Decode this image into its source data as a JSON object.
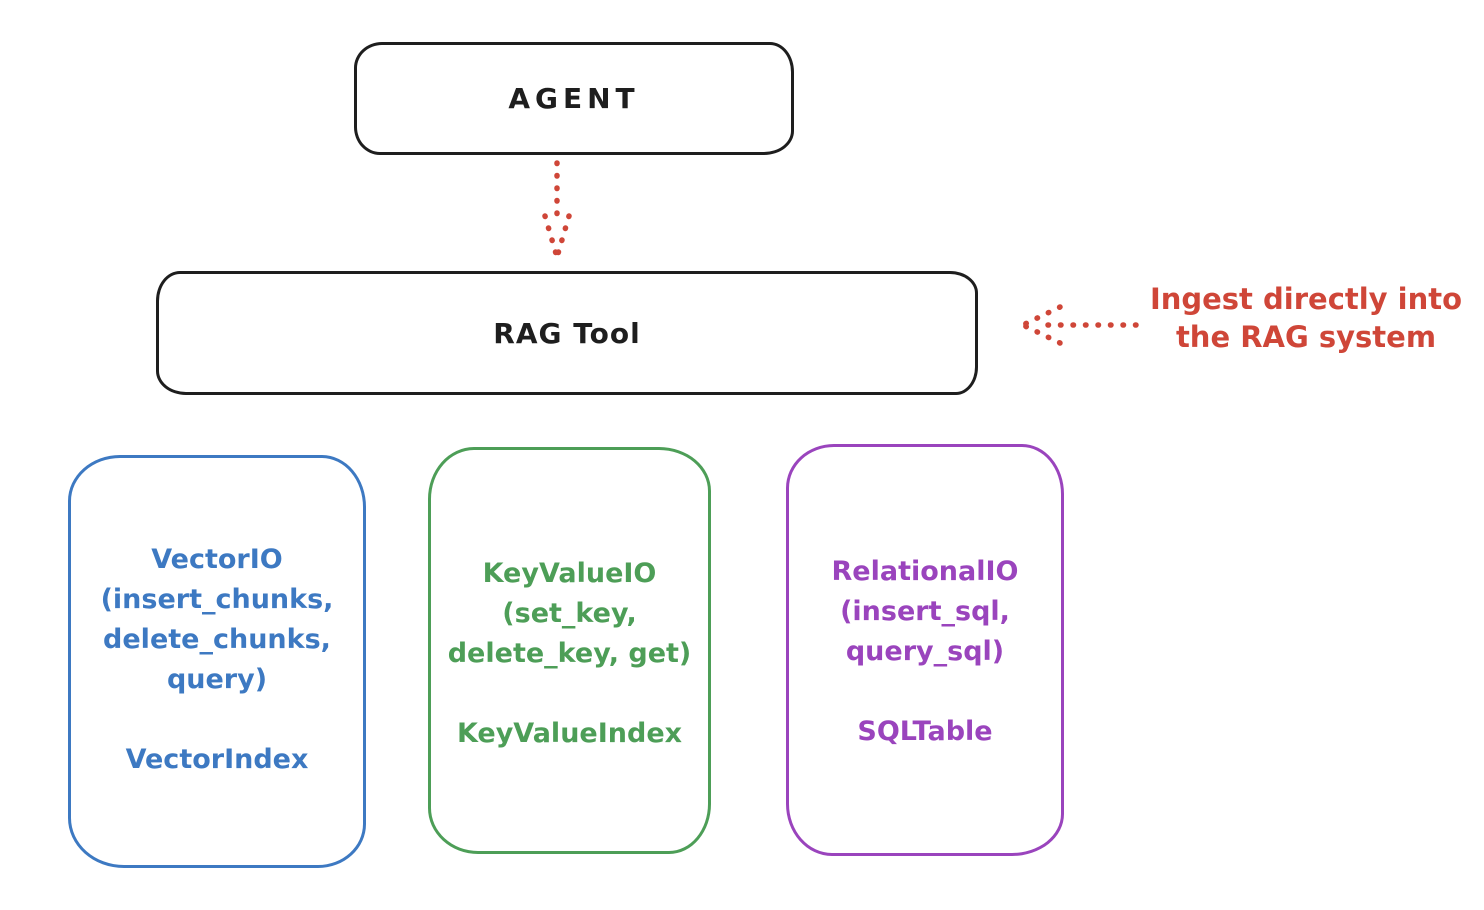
{
  "colors": {
    "black": "#1e1e1e",
    "red": "#cf4638",
    "blue": "#3d79c2",
    "green": "#4d9e57",
    "purple": "#9a44bd"
  },
  "agent_box": {
    "label": "AGENT"
  },
  "rag_box": {
    "label": "RAG Tool"
  },
  "annotation": {
    "line1": "Ingest directly into",
    "line2": "the RAG system"
  },
  "io_boxes": [
    {
      "id": "vector",
      "color": "#3d79c2",
      "lines": [
        "VectorIO",
        "(insert_chunks,",
        "delete_chunks,",
        "query)"
      ],
      "index_label": "VectorIndex"
    },
    {
      "id": "keyvalue",
      "color": "#4d9e57",
      "lines": [
        "KeyValueIO",
        "(set_key,",
        "delete_key, get)"
      ],
      "index_label": "KeyValueIndex"
    },
    {
      "id": "relational",
      "color": "#9a44bd",
      "lines": [
        "RelationalIO",
        "(insert_sql,",
        "query_sql)"
      ],
      "index_label": "SQLTable"
    }
  ]
}
